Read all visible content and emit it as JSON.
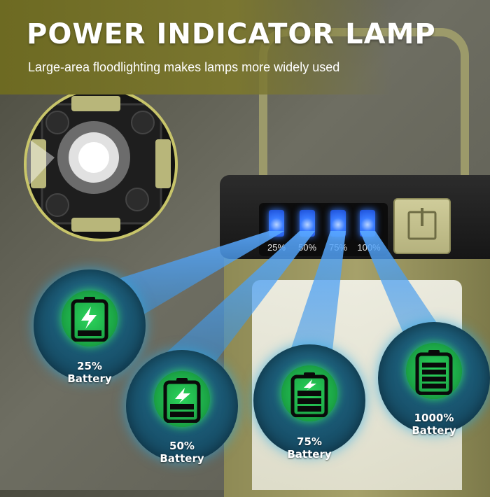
{
  "header": {
    "title": "POWER INDICATOR LAMP",
    "subtitle": "Large-area floodlighting makes lamps more widely used"
  },
  "indicators": [
    {
      "label": "25%"
    },
    {
      "label": "50%"
    },
    {
      "label": "75%"
    },
    {
      "label": "100%"
    }
  ],
  "bubbles": [
    {
      "percent": "25%",
      "word": "Battery",
      "level": 1
    },
    {
      "percent": "50%",
      "word": "Battery",
      "level": 2
    },
    {
      "percent": "75%",
      "word": "Battery",
      "level": 3
    },
    {
      "percent": "1000%",
      "word": "Battery",
      "level": 4
    }
  ],
  "colors": {
    "header_band": "#7a7630",
    "led_blue": "#3a7cff",
    "bubble_blue": "#1a5873",
    "battery_green": "#2bd35a",
    "lantern_olive": "#a6a16a"
  },
  "icons": {
    "power_button": "power-icon",
    "battery": "battery-icon",
    "charging": "lightning-icon"
  }
}
